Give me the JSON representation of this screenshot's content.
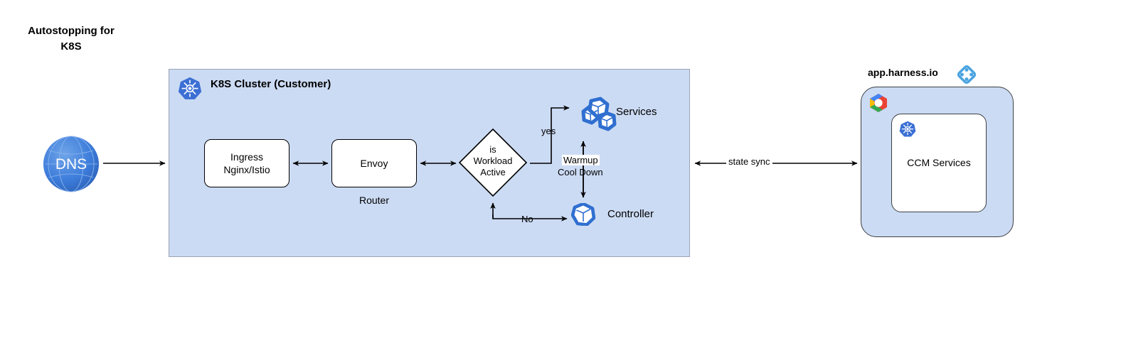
{
  "title": {
    "line1": "Autostopping for",
    "line2": "K8S",
    "text": "Autostopping for K8S"
  },
  "cluster": {
    "title": "K8S Cluster (Customer)",
    "icon": "kubernetes-icon",
    "fill_color": "#ccdbf4",
    "border_color": "#9aa4b3"
  },
  "entrypoint": {
    "label": "DNS",
    "icon": "globe-icon",
    "color": "#3b78d8"
  },
  "nodes": {
    "ingress": {
      "line1": "Ingress",
      "line2": "Nginx/Istio"
    },
    "envoy": {
      "label": "Envoy",
      "sublabel": "Router"
    },
    "decision": {
      "line1": "is",
      "line2": "Workload",
      "line3": "Active"
    },
    "services": {
      "label": "Services",
      "icon": "pods-cluster-icon"
    },
    "controller": {
      "label": "Controller",
      "icon": "pod-icon"
    }
  },
  "edges": {
    "yes": "yes",
    "no": "No",
    "warmup": "Warmup",
    "cooldown": "Cool Down",
    "state_sync": "state sync"
  },
  "harness": {
    "label": "app.harness.io",
    "logo": "harness-logo",
    "cloud_logo": "google-cloud-icon",
    "service": {
      "label": "CCM Services",
      "icon": "kubernetes-icon"
    },
    "fill_color": "#ccdbf4"
  }
}
